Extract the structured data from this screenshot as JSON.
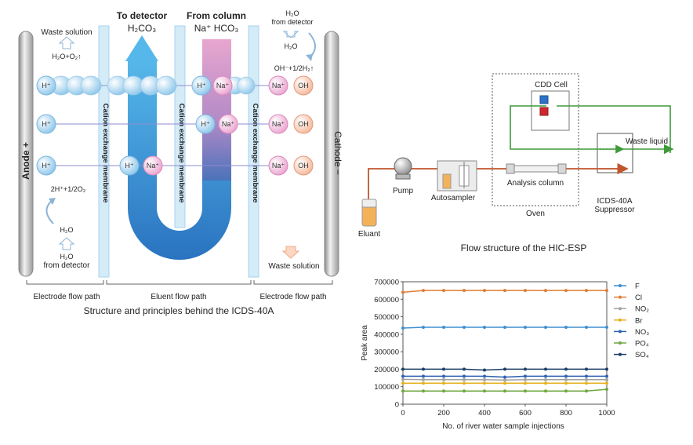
{
  "left_diagram": {
    "caption": "Structure and principles behind the ICDS-40A",
    "anode_label": "Anode +",
    "cathode_label": "Cathode −",
    "membrane_label": "Cation exchange membrane",
    "top_left": {
      "title": "Waste solution",
      "reaction": "H₂O+O₂↑"
    },
    "to_detector": {
      "title": "To detector",
      "formula": "H₂CO₃"
    },
    "from_column": {
      "title": "From column",
      "formula": "Na⁺ HCO₃"
    },
    "top_right": {
      "line1": "H₂O",
      "line2": "from detector",
      "product": "H₂O",
      "reaction": "OH⁻+1/2H₂↑"
    },
    "bottom_left": {
      "reaction": "2H⁺+1/2O₂",
      "product": "H₂O",
      "line1": "H₂O",
      "line2": "from detector"
    },
    "bottom_right": {
      "title": "Waste solution"
    },
    "ions": {
      "h": "H⁺",
      "na": "Na⁺",
      "oh": "OH"
    },
    "paths": {
      "left": "Electrode flow path",
      "center": "Eluent flow path",
      "right": "Electrode flow path"
    }
  },
  "flow_diagram": {
    "caption": "Flow structure of the HIC-ESP",
    "cdd_cell": "CDD Cell",
    "waste_liquid": "Waste liquid",
    "pump": "Pump",
    "autosampler": "Autosampler",
    "analysis_column": "Analysis column",
    "oven": "Oven",
    "suppressor_line1": "ICDS-40A",
    "suppressor_line2": "Suppressor",
    "eluant": "Eluant",
    "colors": {
      "eluent_line": "#c0562c",
      "detector_line": "#3f9a3a",
      "cell_blue": "#2a73c8",
      "cell_red": "#d0262c"
    }
  },
  "chart_data": {
    "type": "line",
    "title": "",
    "xlabel": "No. of river water sample injections",
    "ylabel": "Peak area",
    "xlim": [
      0,
      1000
    ],
    "ylim": [
      0,
      700000
    ],
    "xticks": [
      0,
      200,
      400,
      600,
      800,
      1000
    ],
    "yticks": [
      0,
      100000,
      200000,
      300000,
      400000,
      500000,
      600000,
      700000
    ],
    "grid": false,
    "legend": "right",
    "x": [
      0,
      100,
      200,
      300,
      400,
      500,
      600,
      700,
      800,
      900,
      1000
    ],
    "series": [
      {
        "name": "F",
        "color": "#3d8fd1",
        "values": [
          435000,
          440000,
          440000,
          440000,
          440000,
          440000,
          440000,
          440000,
          440000,
          440000,
          440000
        ]
      },
      {
        "name": "Cl",
        "color": "#e27d34",
        "values": [
          640000,
          650000,
          650000,
          650000,
          650000,
          650000,
          650000,
          650000,
          650000,
          650000,
          650000
        ]
      },
      {
        "name": "NO₂",
        "color": "#a3a3a3",
        "values": [
          142000,
          140000,
          140000,
          140000,
          140000,
          138000,
          140000,
          140000,
          140000,
          140000,
          140000
        ]
      },
      {
        "name": "Br",
        "color": "#e5b21f",
        "values": [
          120000,
          120000,
          120000,
          120000,
          120000,
          120000,
          120000,
          120000,
          120000,
          120000,
          120000
        ]
      },
      {
        "name": "NO₃",
        "color": "#2e62b0",
        "values": [
          160000,
          160000,
          160000,
          160000,
          160000,
          155000,
          160000,
          160000,
          160000,
          160000,
          160000
        ]
      },
      {
        "name": "PO₄",
        "color": "#6fa83f",
        "values": [
          75000,
          75000,
          75000,
          75000,
          75000,
          75000,
          75000,
          75000,
          75000,
          75000,
          85000
        ]
      },
      {
        "name": "SO₄",
        "color": "#1c3e66",
        "values": [
          200000,
          200000,
          200000,
          200000,
          195000,
          200000,
          200000,
          200000,
          200000,
          200000,
          200000
        ]
      }
    ]
  }
}
